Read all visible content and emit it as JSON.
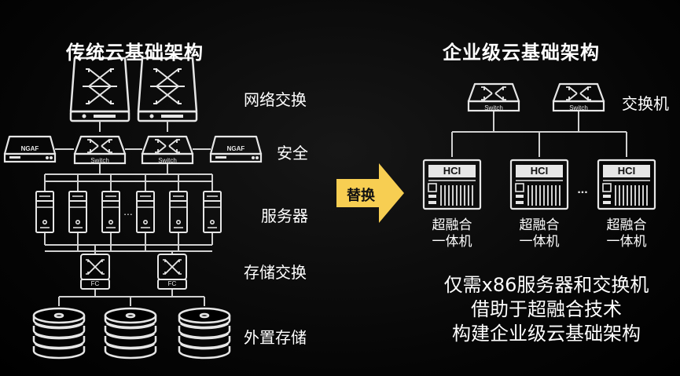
{
  "left": {
    "title": "传统云基础架构",
    "labels": {
      "network": "网络交换",
      "security": "安全",
      "server": "服务器",
      "storage_switch": "存储交换",
      "external_storage": "外置存储"
    },
    "device_text": {
      "ngaf": "NGAF",
      "switch": "Switch",
      "fc": "FC",
      "ellipsis": "..."
    }
  },
  "arrow": {
    "label": "替换",
    "color": "#F7CE52"
  },
  "right": {
    "title": "企业级云基础架构",
    "switch_label": "交换机",
    "device_text": {
      "switch": "Switch",
      "hci": "HCI",
      "ellipsis": "..."
    },
    "hci_label_line1": "超融合",
    "hci_label_line2": "一体机",
    "desc": [
      "仅需x86服务器和交换机",
      "借助于超融合技术",
      "构建企业级云基础架构"
    ]
  }
}
